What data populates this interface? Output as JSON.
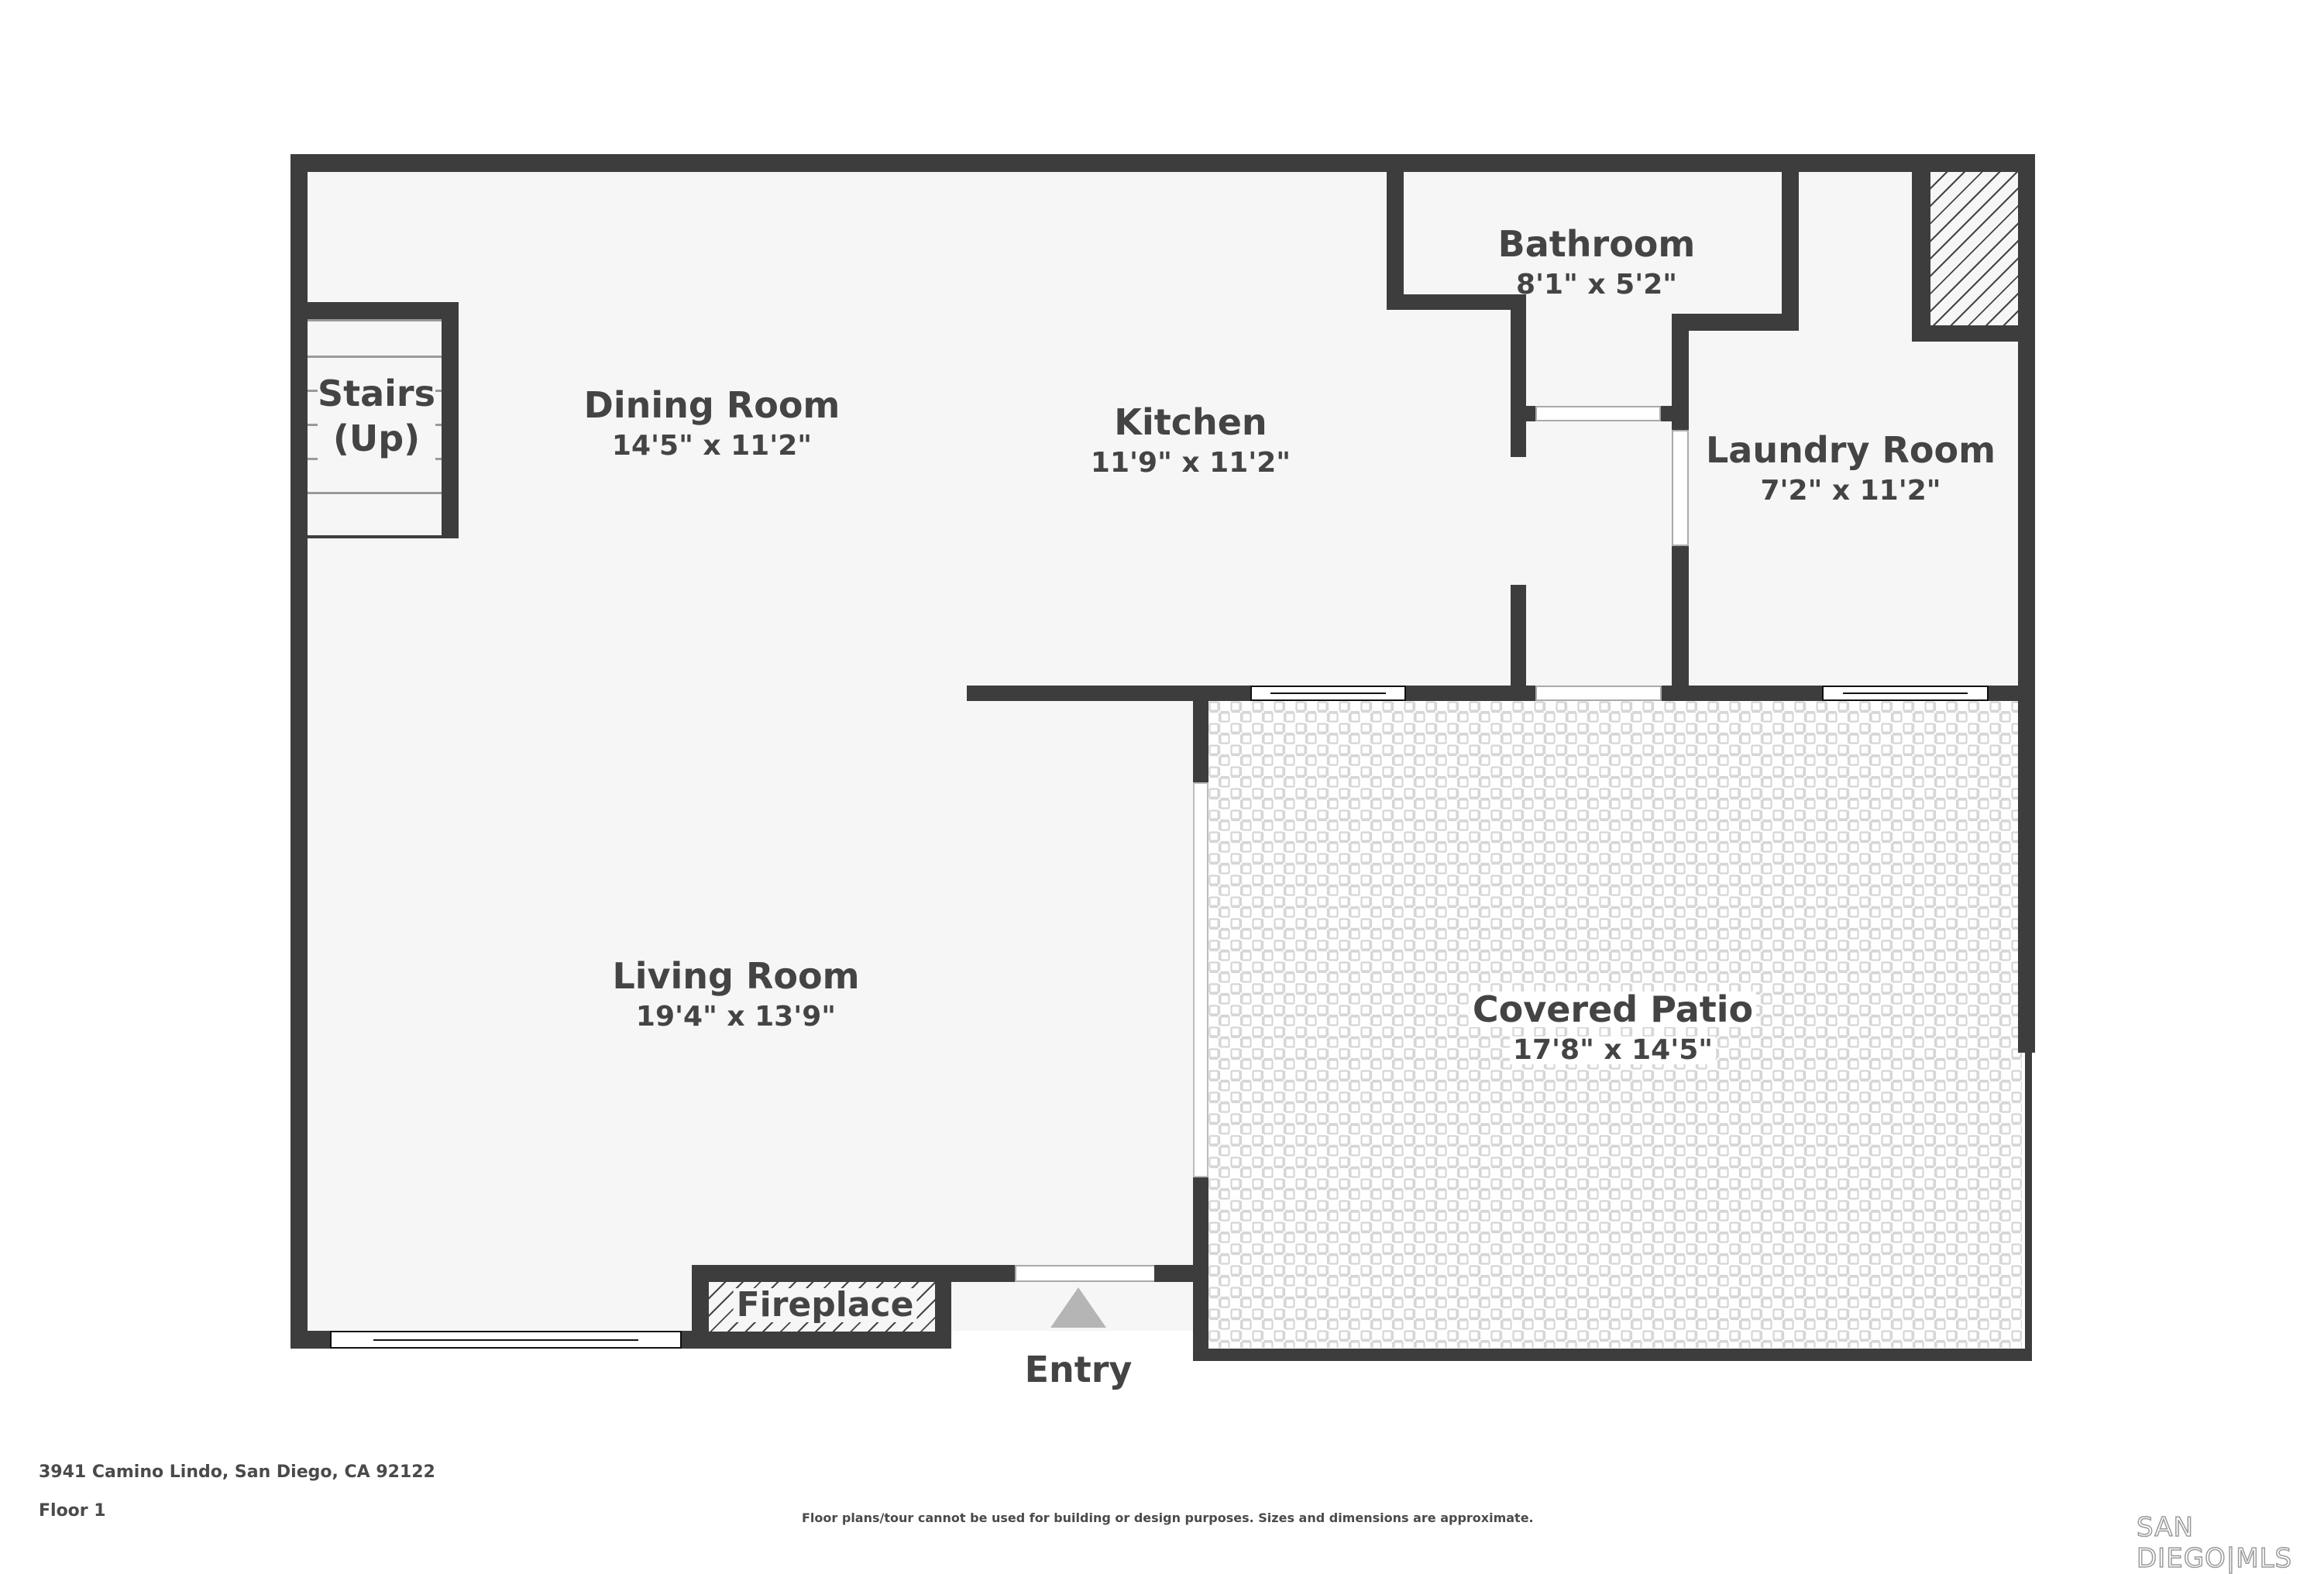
{
  "plan": {
    "floor_label": "Floor 1",
    "address": "3941 Camino Lindo, San Diego, CA 92122",
    "disclaimer": "Floor plans/tour cannot be used for building or design purposes. Sizes and dimensions are approximate.",
    "logo": "SAN DIEGO|MLS"
  },
  "rooms": {
    "stairs": {
      "name": "Stairs",
      "sub": "(Up)"
    },
    "dining": {
      "name": "Dining Room",
      "dim": "14'5\" x 11'2\""
    },
    "kitchen": {
      "name": "Kitchen",
      "dim": "11'9\" x 11'2\""
    },
    "bathroom": {
      "name": "Bathroom",
      "dim": "8'1\" x 5'2\""
    },
    "laundry": {
      "name": "Laundry Room",
      "dim": "7'2\" x 11'2\""
    },
    "living": {
      "name": "Living Room",
      "dim": "19'4\" x 13'9\""
    },
    "patio": {
      "name": "Covered Patio",
      "dim": "17'8\" x 14'5\""
    },
    "fireplace": {
      "name": "Fireplace"
    },
    "entry": {
      "name": "Entry"
    }
  },
  "colors": {
    "wall": "#3d3d3d",
    "floor": "#f6f6f6",
    "tile_grout": "#d6d6d6",
    "entry_arrow": "#b5b5b5",
    "text": "#444444"
  },
  "icons": {
    "entry_arrow": "triangle-up"
  }
}
